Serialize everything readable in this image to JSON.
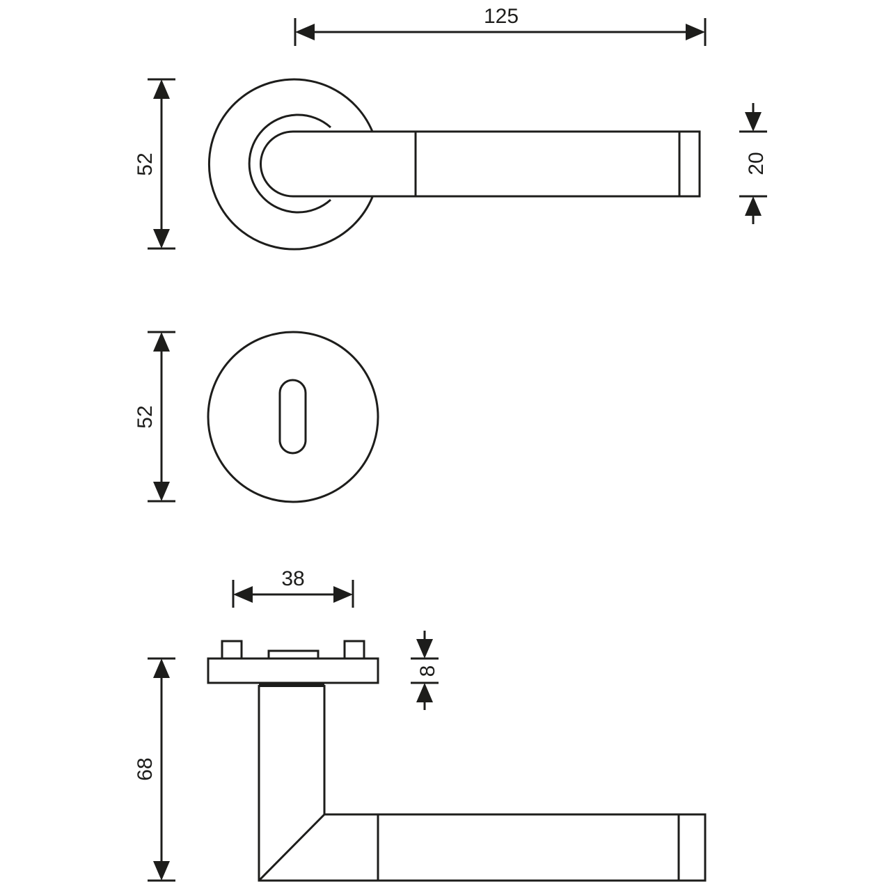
{
  "dimensions": {
    "handle_length": "125",
    "rose_diameter_top": "52",
    "handle_thickness": "20",
    "rose_diameter_key": "52",
    "stem_spacing": "38",
    "rose_height": "8",
    "handle_projection": "68"
  },
  "colors": {
    "line": "#1d1d1b",
    "background": "#ffffff"
  }
}
